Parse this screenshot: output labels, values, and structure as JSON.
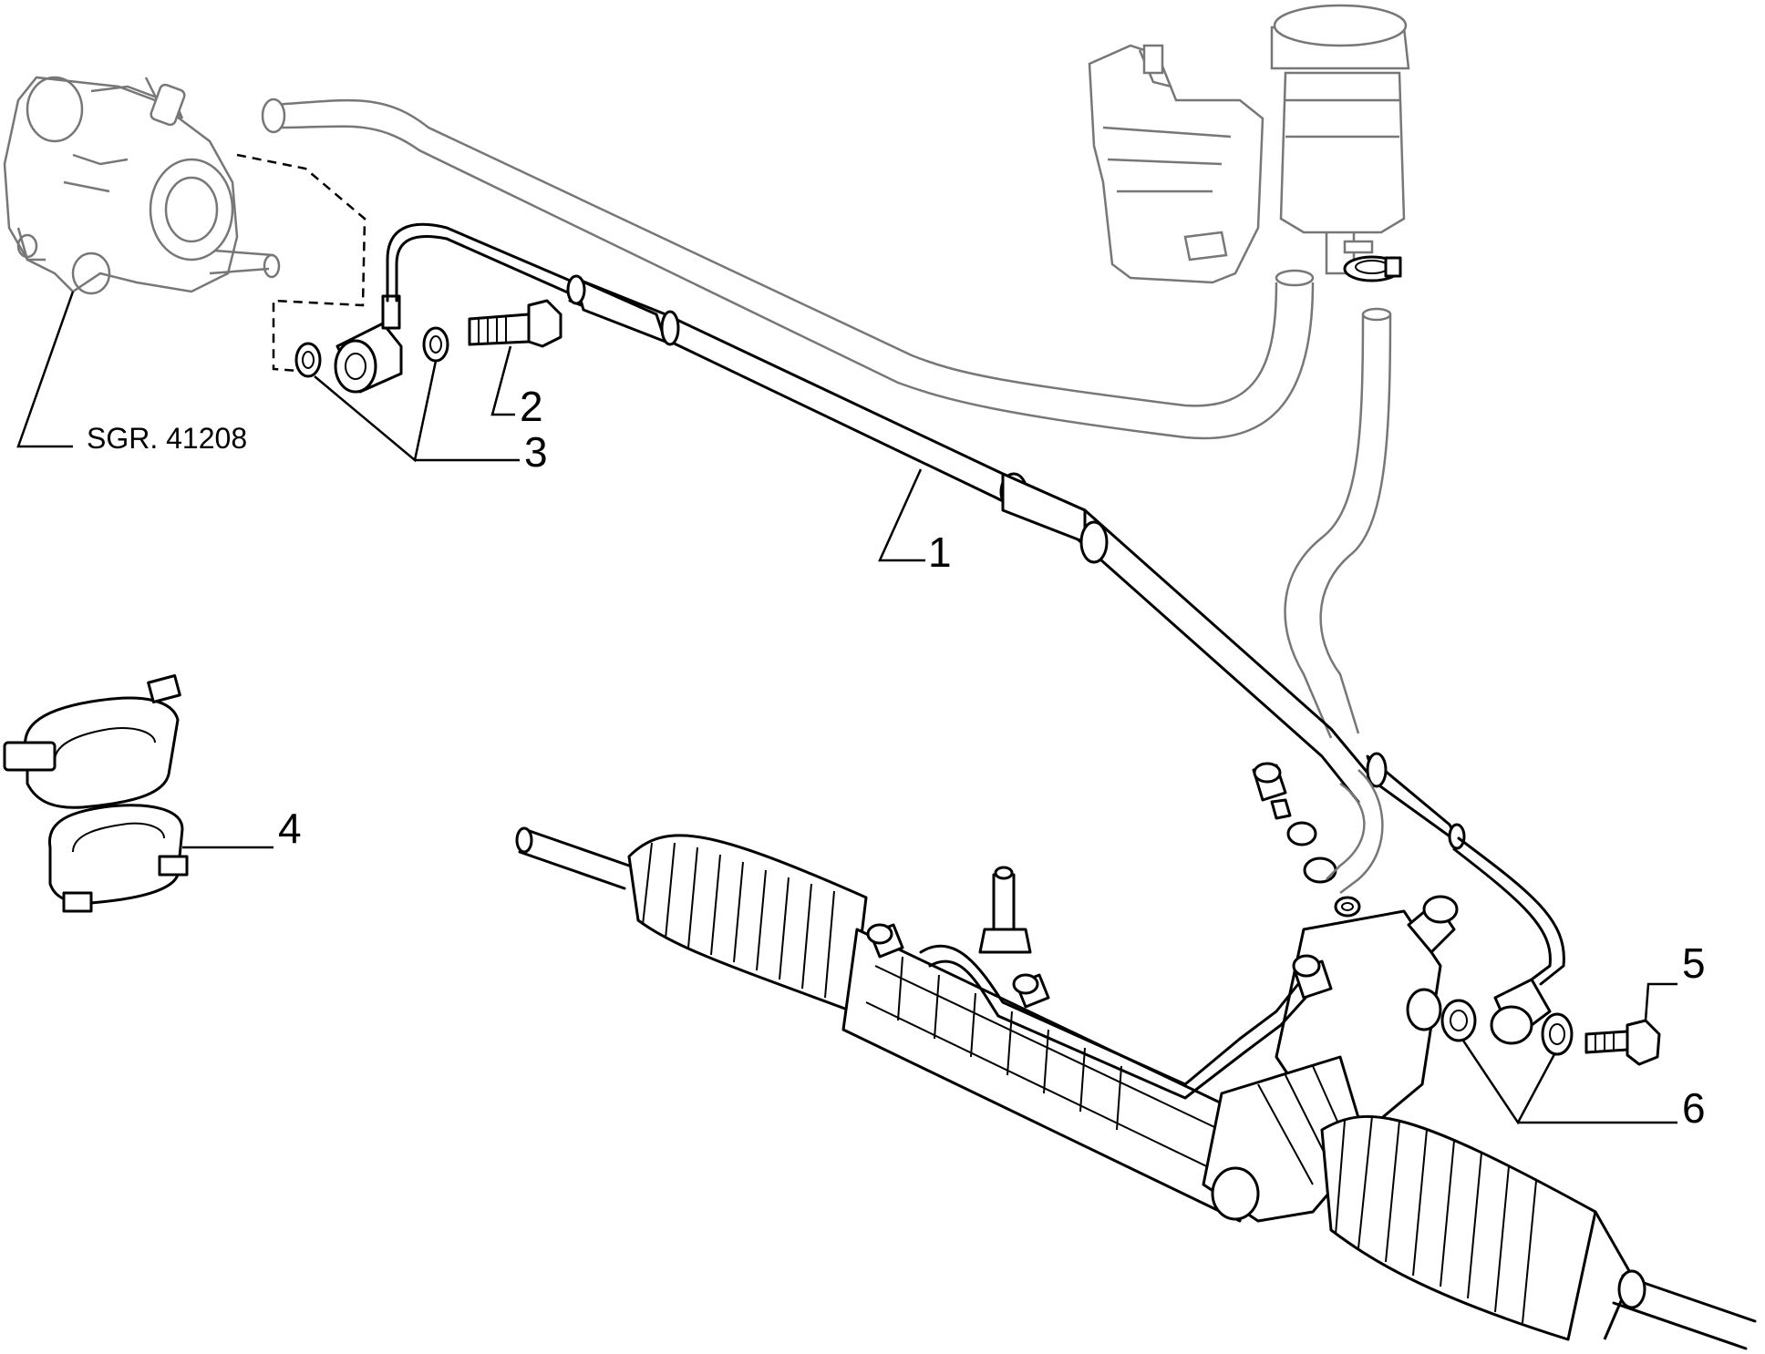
{
  "callouts": {
    "c1": "1",
    "c2": "2",
    "c3": "3",
    "c4": "4",
    "c5": "5",
    "c6": "6"
  },
  "reference": {
    "label": "SGR. 41208"
  },
  "colors": {
    "line": "#000000",
    "ghost_parts": "#777777",
    "background": "#ffffff"
  }
}
